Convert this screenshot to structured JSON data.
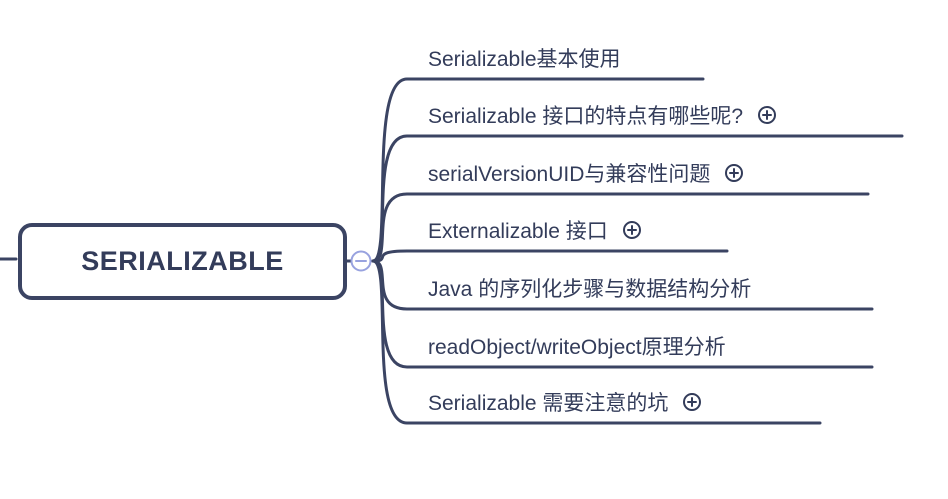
{
  "root": {
    "label": "SERIALIZABLE"
  },
  "collapse": {
    "icon": "minus-circle",
    "state": "expanded"
  },
  "branches": [
    {
      "label": "Serializable基本使用",
      "has_expand_icon": false
    },
    {
      "label": "Serializable 接口的特点有哪些呢?",
      "has_expand_icon": true
    },
    {
      "label": "serialVersionUID与兼容性问题",
      "has_expand_icon": true
    },
    {
      "label": "Externalizable 接口",
      "has_expand_icon": true
    },
    {
      "label": "Java 的序列化步骤与数据结构分析",
      "has_expand_icon": false
    },
    {
      "label": "readObject/writeObject原理分析",
      "has_expand_icon": false
    },
    {
      "label": "Serializable 需要注意的坑",
      "has_expand_icon": true
    }
  ],
  "colors": {
    "line": "#3b4463",
    "text": "#333c5a",
    "collapse": "#98a2df",
    "background": "#ffffff"
  }
}
